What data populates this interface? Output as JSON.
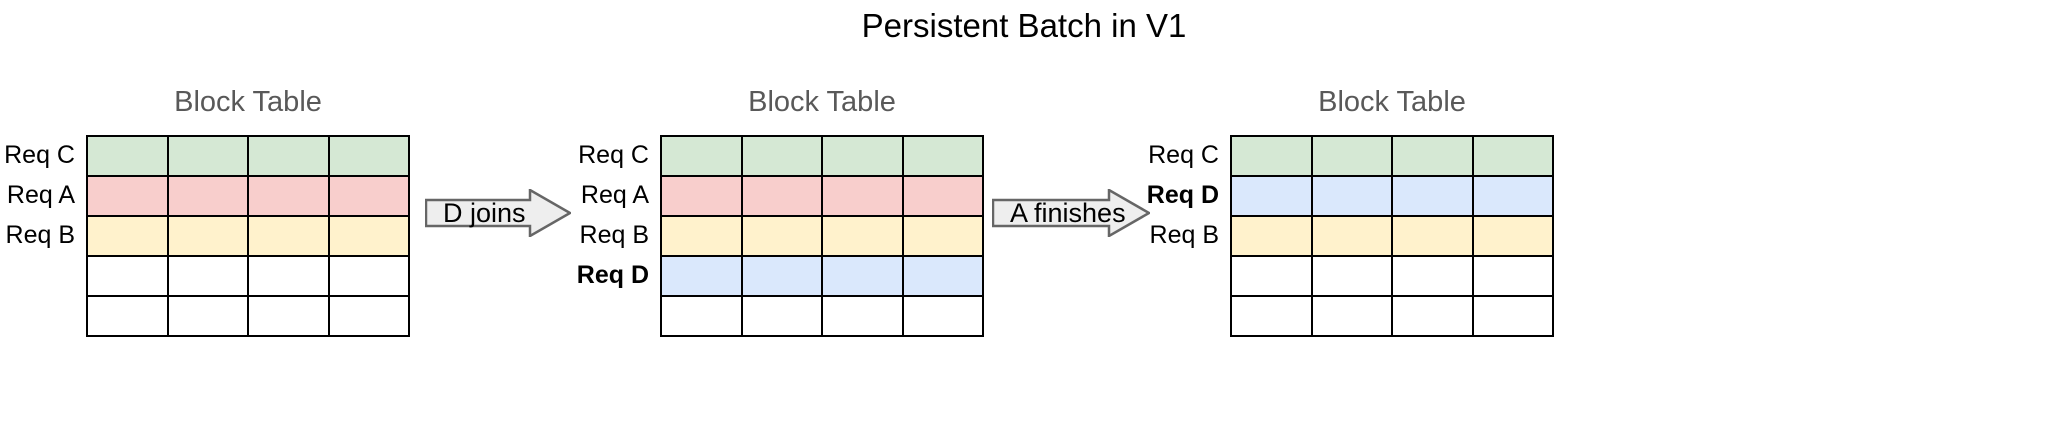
{
  "title": "Persistent Batch in V1",
  "colors": {
    "green": "#d5e8d4",
    "pink": "#f8cecc",
    "yellow": "#fff2cc",
    "blue": "#dae8fc",
    "empty": "#ffffff",
    "border": "#000000",
    "table_title": "#595959",
    "arrow_fill": "#eeeeee",
    "arrow_stroke": "#666666"
  },
  "stages": [
    {
      "id": "stage-1",
      "table_title": "Block Table",
      "columns": 4,
      "rows": [
        {
          "label": "Req C",
          "bold": false,
          "color": "#d5e8d4",
          "filled": true
        },
        {
          "label": "Req A",
          "bold": false,
          "color": "#f8cecc",
          "filled": true
        },
        {
          "label": "Req B",
          "bold": false,
          "color": "#fff2cc",
          "filled": true
        },
        {
          "label": "",
          "bold": false,
          "color": "#ffffff",
          "filled": false
        },
        {
          "label": "",
          "bold": false,
          "color": "#ffffff",
          "filled": false
        }
      ]
    },
    {
      "id": "stage-2",
      "table_title": "Block Table",
      "columns": 4,
      "rows": [
        {
          "label": "Req C",
          "bold": false,
          "color": "#d5e8d4",
          "filled": true
        },
        {
          "label": "Req A",
          "bold": false,
          "color": "#f8cecc",
          "filled": true
        },
        {
          "label": "Req B",
          "bold": false,
          "color": "#fff2cc",
          "filled": true
        },
        {
          "label": "Req D",
          "bold": true,
          "color": "#dae8fc",
          "filled": true
        },
        {
          "label": "",
          "bold": false,
          "color": "#ffffff",
          "filled": false
        }
      ]
    },
    {
      "id": "stage-3",
      "table_title": "Block Table",
      "columns": 4,
      "rows": [
        {
          "label": "Req C",
          "bold": false,
          "color": "#d5e8d4",
          "filled": true
        },
        {
          "label": "Req D",
          "bold": true,
          "color": "#dae8fc",
          "filled": true
        },
        {
          "label": "Req B",
          "bold": false,
          "color": "#fff2cc",
          "filled": true
        },
        {
          "label": "",
          "bold": false,
          "color": "#ffffff",
          "filled": false
        },
        {
          "label": "",
          "bold": false,
          "color": "#ffffff",
          "filled": false
        }
      ]
    }
  ],
  "arrows": [
    {
      "id": "arrow-1",
      "label": "D joins"
    },
    {
      "id": "arrow-2",
      "label": "A finishes"
    }
  ]
}
